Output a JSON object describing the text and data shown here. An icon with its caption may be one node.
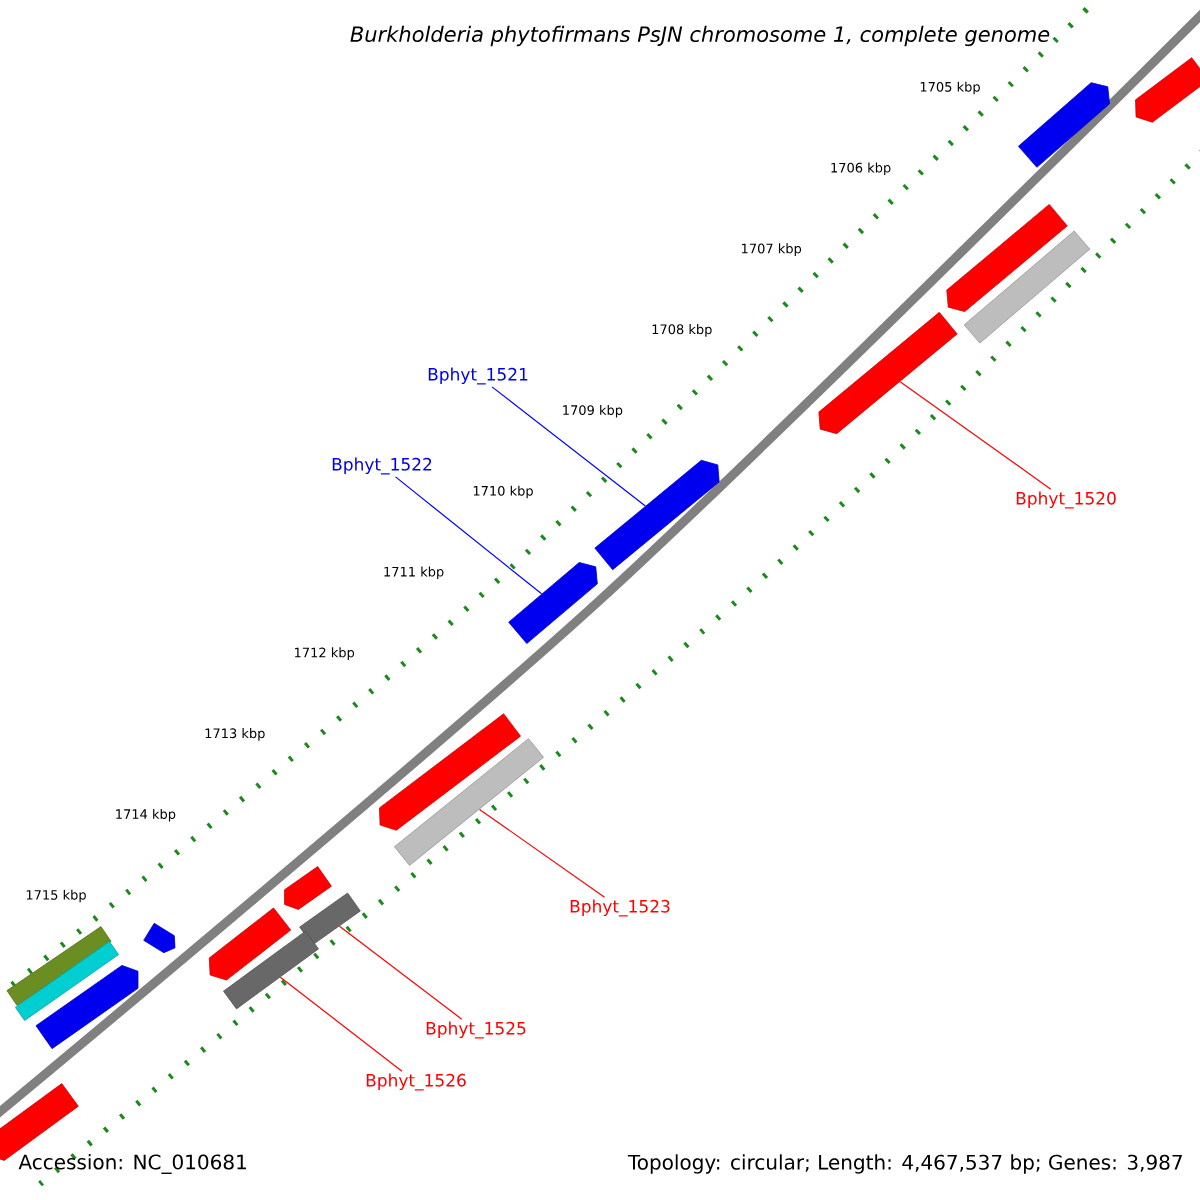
{
  "diagram": {
    "title": "Burkholderia phytofirmans PsJN chromosome 1, complete genome",
    "nodes": [
      {
        "text": [
          "Bphyt_1520"
        ]
      },
      {
        "text": [
          "Bphyt_1521"
        ]
      },
      {
        "text": [
          "Bphyt_1522"
        ]
      },
      {
        "text": [
          "Bphyt_1523"
        ]
      },
      {
        "text": [
          "Bphyt_1525"
        ]
      },
      {
        "text": [
          "Bphyt_1526"
        ]
      },
      {
        "text": [],
        "shape": "pentagon"
      },
      {
        "text": [],
        "shape": "pentagon"
      },
      {
        "text": [],
        "shape": "pentagon"
      },
      {
        "text": [],
        "shape": "bar"
      },
      {
        "text": [],
        "shape": "pentagon"
      },
      {
        "text": [],
        "shape": "pentagon"
      },
      {
        "text": [],
        "shape": "pentagon"
      },
      {
        "text": [],
        "shape": "pentagon"
      },
      {
        "text": [],
        "shape": "bar"
      },
      {
        "text": [],
        "shape": "pentagon"
      },
      {
        "text": [],
        "shape": "bar"
      },
      {
        "text": [],
        "shape": "pentagon"
      },
      {
        "text": [],
        "shape": "bar"
      },
      {
        "text": [],
        "shape": "bar"
      },
      {
        "text": [],
        "shape": "bar"
      },
      {
        "text": [],
        "shape": "pentagon"
      },
      {
        "text": [],
        "shape": "pentagon"
      },
      {
        "text": [],
        "shape": "pentagon"
      }
    ],
    "edges": [
      {
        "from": 0,
        "to": 10,
        "arrow": "none"
      },
      {
        "from": 1,
        "to": 11,
        "arrow": "none",
        "color": "#0000ff"
      },
      {
        "from": 2,
        "to": 12,
        "arrow": "none",
        "color": "#0000ff"
      },
      {
        "from": 3,
        "to": 14,
        "arrow": "none"
      },
      {
        "from": 4,
        "to": 16,
        "arrow": "none"
      },
      {
        "from": 5,
        "to": 18,
        "arrow": "none"
      }
    ],
    "labels": [
      "1705 kbp",
      "1706 kbp",
      "1707 kbp",
      "1708 kbp",
      "1709 kbp",
      "1710 kbp",
      "1711 kbp",
      "1712 kbp",
      "1713 kbp",
      "1714 kbp",
      "1715 kbp",
      "Accession: NC_010681",
      "Topology: circular; Length: 4,467,537 bp; Genes: 3,987"
    ]
  }
}
